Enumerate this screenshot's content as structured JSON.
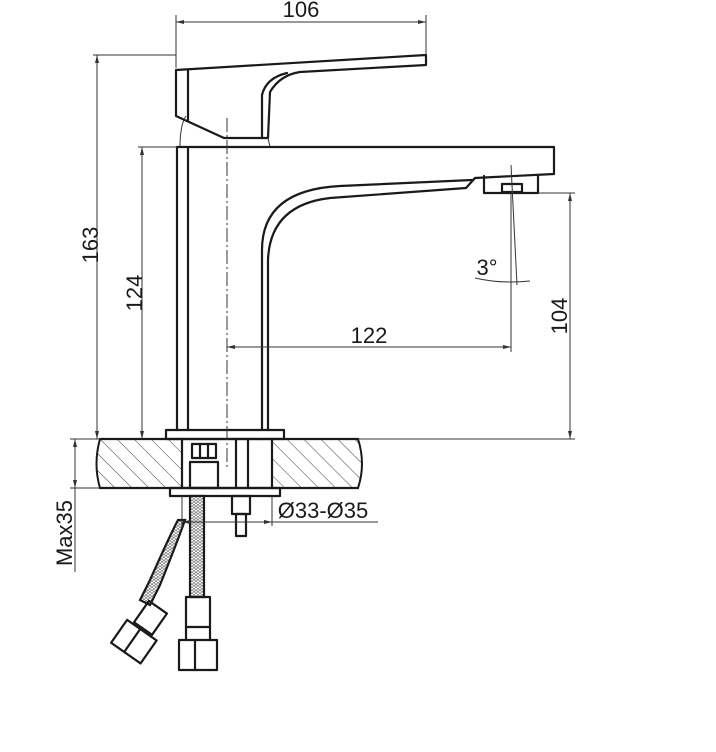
{
  "drawing": {
    "subject": "Basin mixer faucet dimensional drawing",
    "dimensions": {
      "handle_length": "106",
      "total_height": "163",
      "body_height": "124",
      "spout_reach": "122",
      "spout_height": "104",
      "spout_angle": "3°",
      "mounting_hole": "Ø33-Ø35",
      "max_counter_thickness": "Max35"
    },
    "colors": {
      "line": "#1a1a1a",
      "background": "#ffffff"
    }
  }
}
